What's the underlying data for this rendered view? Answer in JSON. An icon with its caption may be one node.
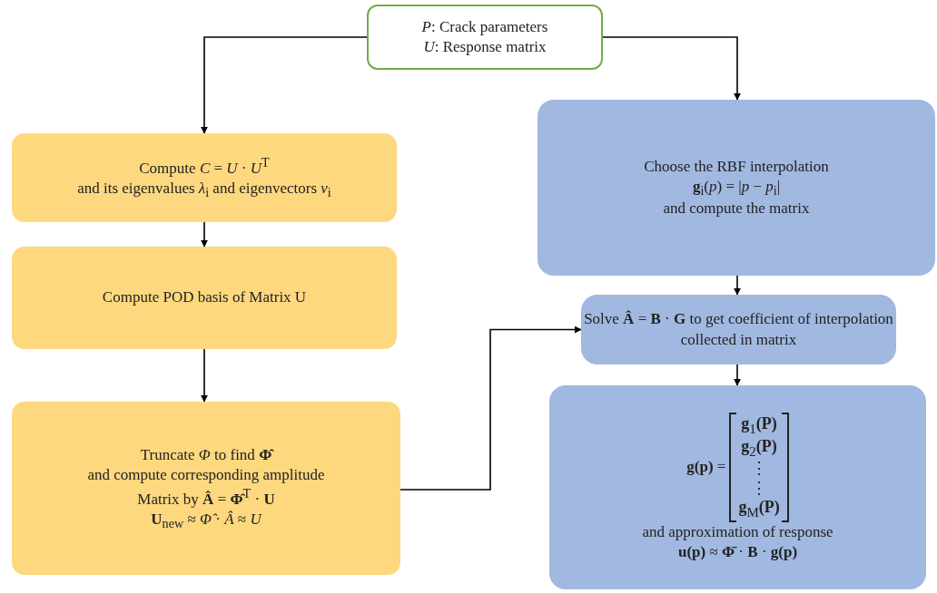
{
  "diagram": {
    "nodes": [
      {
        "text": [
          "*P*: Crack parameters",
          "*U*: Response matrix"
        ]
      },
      {
        "text": [
          "Compute *C* = *U* · *U*$^{T}$",
          "and its eigenvalues *λ*$_{i}$ and eigenvectors *v*$_{i}$"
        ]
      },
      {
        "text": [
          "Compute POD basis of Matrix U"
        ]
      },
      {
        "text": [
          "Truncate *Φ* to find **Φ̂**",
          "and compute corresponding amplitude",
          "Matrix by **Â** = **Φ̂**$^{T}$ · **U**",
          "**U**$_{new}$ ≈ *Φ̂* · *Â* ≈ *U*"
        ]
      },
      {
        "text": [
          "Choose the RBF interpolation",
          "**g**$_{i}$(*p*) = |*p* − *p*$_{i}$|",
          "and compute the matrix"
        ]
      },
      {
        "text": [
          "Solve **Â** = **B** · **G** to get coefficient of interpolation collected in matrix"
        ]
      },
      {
        "text": [
          "**g(p)** =",
          "**g**$_{1}$**(P)**",
          "**g**$_{2}$**(P)**",
          "⋮",
          "⋮",
          "**g**$_{M}$**(P)**",
          "and approximation of response",
          "**u(p)** ≈ **Φ̄** · **B** · **g(p)**"
        ]
      }
    ],
    "edges": [
      {
        "from": 0,
        "to": 1,
        "arrow": "to"
      },
      {
        "from": 0,
        "to": 4,
        "arrow": "to"
      },
      {
        "from": 1,
        "to": 2,
        "arrow": "to"
      },
      {
        "from": 2,
        "to": 3,
        "arrow": "to"
      },
      {
        "from": 3,
        "to": 5,
        "arrow": "to"
      },
      {
        "from": 4,
        "to": 5,
        "arrow": "to"
      },
      {
        "from": 5,
        "to": 6,
        "arrow": "to"
      }
    ]
  }
}
